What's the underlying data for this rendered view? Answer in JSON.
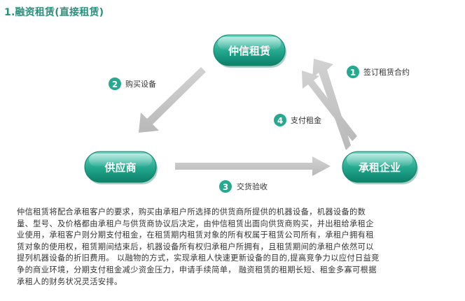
{
  "heading": "1.融资租赁(直接租赁)",
  "nodes": {
    "top": "仲信租赁",
    "left": "供应商",
    "right": "承租企业"
  },
  "steps": [
    {
      "num": "1",
      "label": "签订租赁合约"
    },
    {
      "num": "2",
      "label": "购买设备"
    },
    {
      "num": "3",
      "label": "交货验收"
    },
    {
      "num": "4",
      "label": "支付租金"
    }
  ],
  "colors": {
    "node_fill_top": "#5fcfba",
    "node_fill_bottom": "#0e8c74",
    "badge": "#26a98f",
    "arrow": "#c4c4c4",
    "heading": "#2a8f7a"
  },
  "description_lines": [
    "仲信租赁将配合承租客户的要求，购买由承租户所选择的供货商所提供的机器设备，机器设备的数",
    "量、型号、及价格都由承租户与供货商协议后决定，由仲信租赁出面向供货商购买，并出租给承租企",
    "业使用，承租客户则分期支付租金，在租赁期内租赁对象的所有权属于租赁公司所有，承租户拥有租",
    "赁对象的使用权，租赁期间结束后，机器设备所有权归承租户所拥有，且租赁期间的承租户依然可以",
    "提列机器设备的折旧费用。 以融物的方式，实现承租人快速更新设备的目的,提高竞争力以应付日益竞",
    "争的商业环境，分期支付租金减少资金压力，申请手续简单， 融资租赁的租期长短、租金多寡可根据",
    "承租人的财务状况灵活安排。"
  ]
}
